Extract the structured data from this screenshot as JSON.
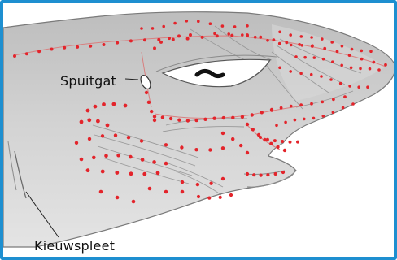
{
  "labels": {
    "spiracle": "Spuitgat",
    "gill_slit": "Kieuwspleet"
  },
  "colors": {
    "frame": "#1e8fd0",
    "skin": "#c9c9c9",
    "skin_light": "#dcdcdc",
    "outline": "#7a7a7a",
    "pore": "#e3242b",
    "canal": "#d88080",
    "eye_white": "#ffffff",
    "pupil": "#111111"
  },
  "icons": {
    "pores": "red-dot",
    "pupil": "black-slit"
  }
}
